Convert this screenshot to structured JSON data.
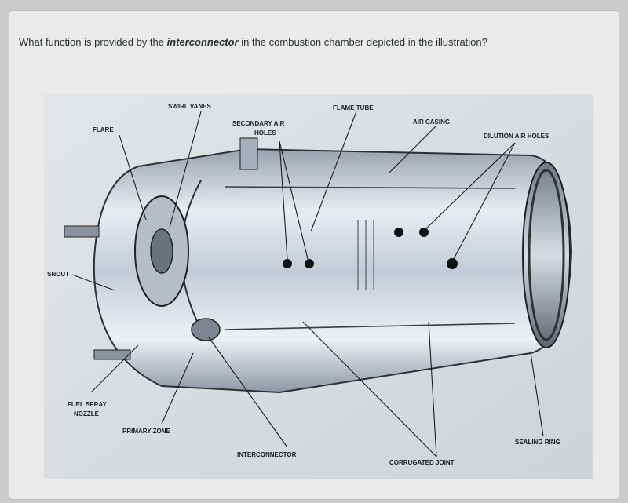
{
  "question": {
    "prefix": "What function is provided by the ",
    "term": "interconnector",
    "suffix": " in the combustion chamber depicted in the illustration?"
  },
  "labels": {
    "swirl_vanes": "SWIRL VANES",
    "flame_tube": "FLAME TUBE",
    "secondary_air_1": "SECONDARY AIR",
    "secondary_air_2": "HOLES",
    "air_casing": "AIR CASING",
    "flare": "FLARE",
    "dilution_air_holes": "DILUTION AIR HOLES",
    "snout": "SNOUT",
    "fuel_spray_1": "FUEL SPRAY",
    "fuel_spray_2": "NOZZLE",
    "primary_zone": "PRIMARY ZONE",
    "interconnector": "INTERCONNECTOR",
    "corrugated_joint": "CORRUGATED JOINT",
    "sealing_ring": "SEALING RING"
  }
}
